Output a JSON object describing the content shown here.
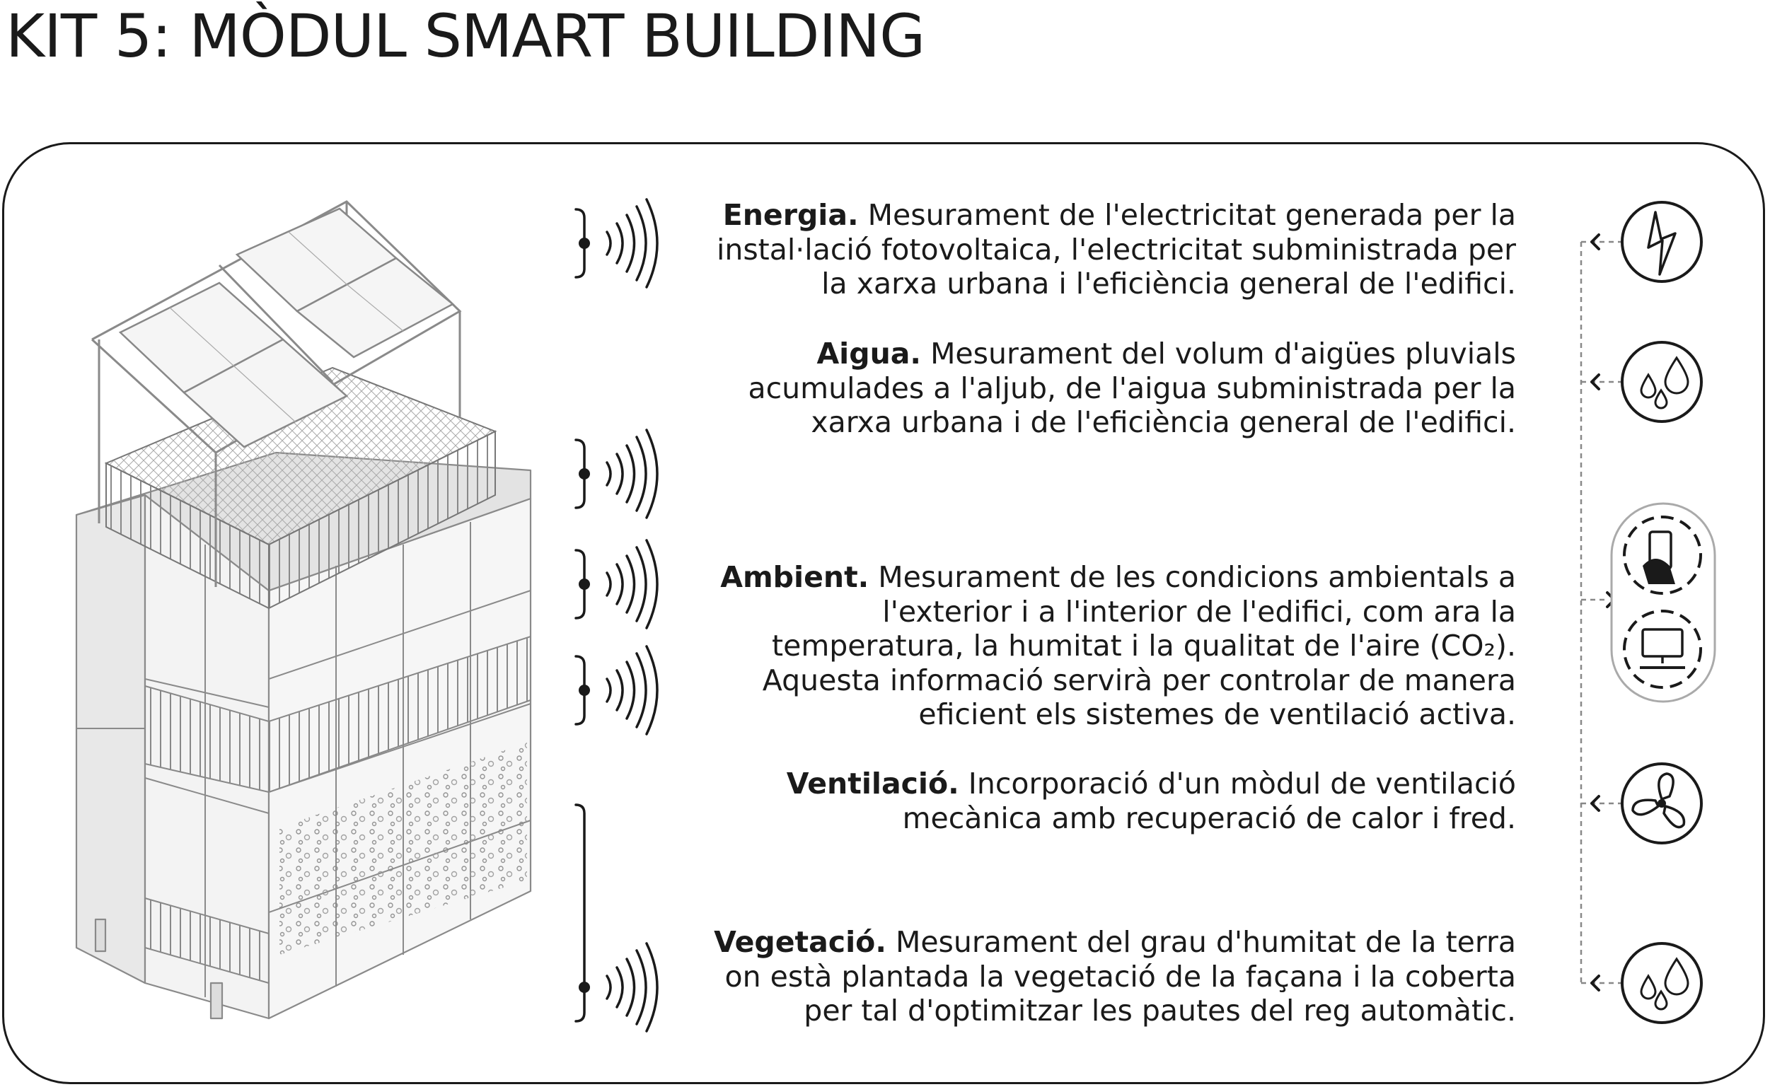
{
  "title": "KIT 5: MÒDUL SMART BUILDING",
  "sections": [
    {
      "label": "Energia.",
      "lines": [
        "Mesurament de l'electricitat generada per la",
        "instal·lació fotovoltaica, l'electricitat subministrada per",
        "la xarxa urbana i l'eficiència general de l'edifici."
      ],
      "icon": "lightning-icon"
    },
    {
      "label": "Aigua.",
      "lines": [
        "Mesurament del volum d'aigües pluvials",
        "acumulades a l'aljub, de l'aigua subministrada per la",
        "xarxa urbana i de l'eficiència general de l'edifici."
      ],
      "icon": "water-drops-icon"
    },
    {
      "label": "Ambient.",
      "lines": [
        "Mesurament de les condicions ambientals a",
        "l'exterior i a l'interior de l'edifici, com ara la",
        "temperatura, la humitat i la qualitat de l'aire (CO₂).",
        "Aquesta informació servirà per controlar de manera",
        "eficient els sistemes de ventilació activa."
      ],
      "icon": "phone-monitor-icon"
    },
    {
      "label": "Ventilació.",
      "lines": [
        "Incorporació d'un mòdul de ventilació",
        "mecànica amb recuperació de calor i fred."
      ],
      "icon": "fan-icon"
    },
    {
      "label": "Vegetació.",
      "lines": [
        "Mesurament del grau d'humitat de la terra",
        "on està plantada la vegetació de la façana i la coberta",
        "per tal d'optimitzar les pautes del reg automàtic."
      ],
      "icon": "water-drops-icon"
    }
  ],
  "colors": {
    "ink": "#1a1a1a",
    "drawing": "#9a9a9a",
    "facade": "#e6e6e6"
  }
}
